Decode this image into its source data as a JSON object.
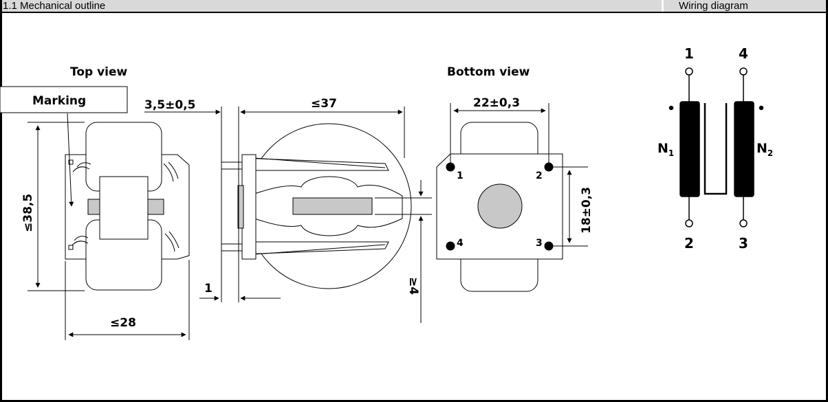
{
  "header": {
    "left_title": "1.1 Mechanical outline",
    "right_title": "Wiring diagram"
  },
  "outline": {
    "top_view_label": "Top view",
    "bottom_view_label": "Bottom view",
    "marking_label": "Marking",
    "dims": {
      "pin_offset": "3,5±0,5",
      "max_length": "≤37",
      "pitch_x": "22±0,3",
      "max_height": "≤38,5",
      "max_width": "≤28",
      "pin_dia": "1",
      "min_standoff": "≥4",
      "pitch_y": "18±0,3"
    },
    "pins": [
      "1",
      "2",
      "3",
      "4"
    ]
  },
  "wiring": {
    "top_pins": [
      "1",
      "4"
    ],
    "bottom_pins": [
      "2",
      "3"
    ],
    "winding_left": "N",
    "winding_left_sub": "1",
    "winding_right": "N",
    "winding_right_sub": "2"
  }
}
